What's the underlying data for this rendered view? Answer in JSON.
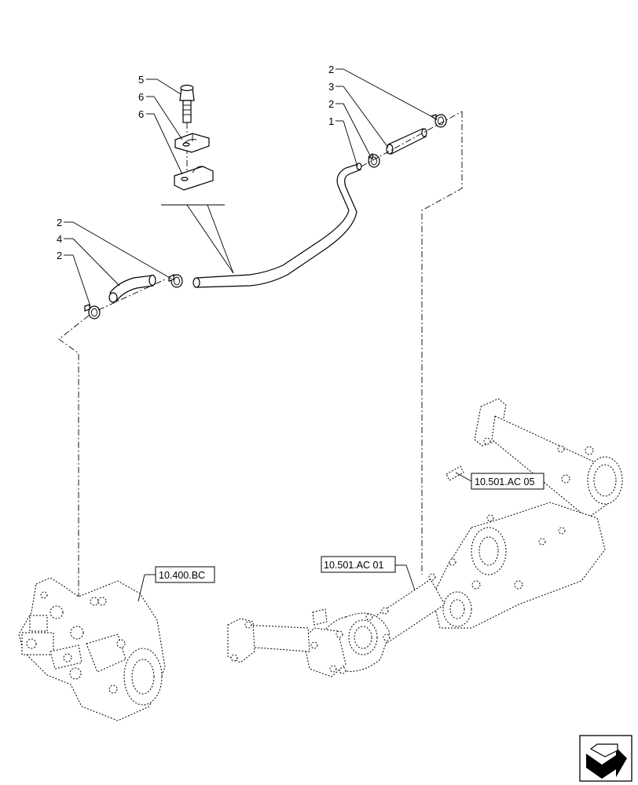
{
  "callouts": {
    "c5": "5",
    "c6a": "6",
    "c6b": "6",
    "c2_top": "2",
    "c3": "3",
    "c2_mid": "2",
    "c1": "1",
    "c2_left_a": "2",
    "c4": "4",
    "c2_left_b": "2"
  },
  "references": {
    "ref_ac05": "10.501.AC 05",
    "ref_ac01": "10.501.AC 01",
    "ref_bc": "10.400.BC"
  },
  "icons": {
    "nav": "next-page-arrow-icon"
  }
}
